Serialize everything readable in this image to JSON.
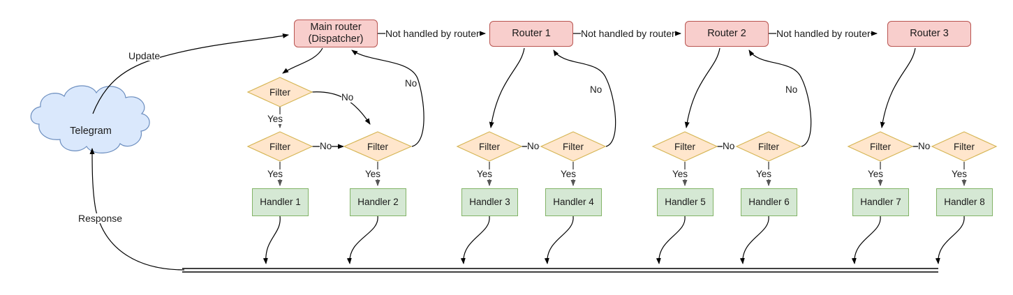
{
  "diagram": {
    "title": "Telegram bot update dispatching flow",
    "colors": {
      "router_fill": "#f8cecc",
      "router_stroke": "#b85450",
      "filter_fill": "#ffe6cc",
      "filter_stroke": "#d6b656",
      "handler_fill": "#d5e8d4",
      "handler_stroke": "#82b366",
      "cloud_fill": "#dae8fc",
      "cloud_stroke": "#6c8ebf",
      "edge_stroke": "#000000"
    },
    "cloud": {
      "label": "Telegram"
    },
    "routers": [
      {
        "id": "main",
        "line1": "Main router",
        "line2": "(Dispatcher)"
      },
      {
        "id": "r1",
        "line1": "Router 1",
        "line2": ""
      },
      {
        "id": "r2",
        "line1": "Router 2",
        "line2": ""
      },
      {
        "id": "r3",
        "line1": "Router 3",
        "line2": ""
      }
    ],
    "filters": [
      {
        "id": "f-main-top",
        "label": "Filter"
      },
      {
        "id": "f-main-a",
        "label": "Filter"
      },
      {
        "id": "f-main-b",
        "label": "Filter"
      },
      {
        "id": "f-r1-a",
        "label": "Filter"
      },
      {
        "id": "f-r1-b",
        "label": "Filter"
      },
      {
        "id": "f-r2-a",
        "label": "Filter"
      },
      {
        "id": "f-r2-b",
        "label": "Filter"
      },
      {
        "id": "f-r3-a",
        "label": "Filter"
      },
      {
        "id": "f-r3-b",
        "label": "Filter"
      }
    ],
    "handlers": [
      {
        "id": "h1",
        "label": "Handler 1"
      },
      {
        "id": "h2",
        "label": "Handler 2"
      },
      {
        "id": "h3",
        "label": "Handler 3"
      },
      {
        "id": "h4",
        "label": "Handler 4"
      },
      {
        "id": "h5",
        "label": "Handler 5"
      },
      {
        "id": "h6",
        "label": "Handler 6"
      },
      {
        "id": "h7",
        "label": "Handler 7"
      },
      {
        "id": "h8",
        "label": "Handler 8"
      }
    ],
    "edge_labels": {
      "update": "Update",
      "response": "Response",
      "not_handled_1": "Not handled by router",
      "not_handled_2": "Not handled by router",
      "not_handled_3": "Not handled by router",
      "no_main_1": "No",
      "no_main_2": "No",
      "no_main_3": "No",
      "yes_main_1": "Yes",
      "yes_main_2": "Yes",
      "yes_main_3": "Yes",
      "no_r1_1": "No",
      "no_r1_2": "No",
      "yes_r1_1": "Yes",
      "yes_r1_2": "Yes",
      "no_r2_1": "No",
      "no_r2_2": "No",
      "yes_r2_1": "Yes",
      "yes_r2_2": "Yes",
      "no_r3_1": "No",
      "yes_r3_1": "Yes",
      "yes_r3_2": "Yes"
    }
  }
}
